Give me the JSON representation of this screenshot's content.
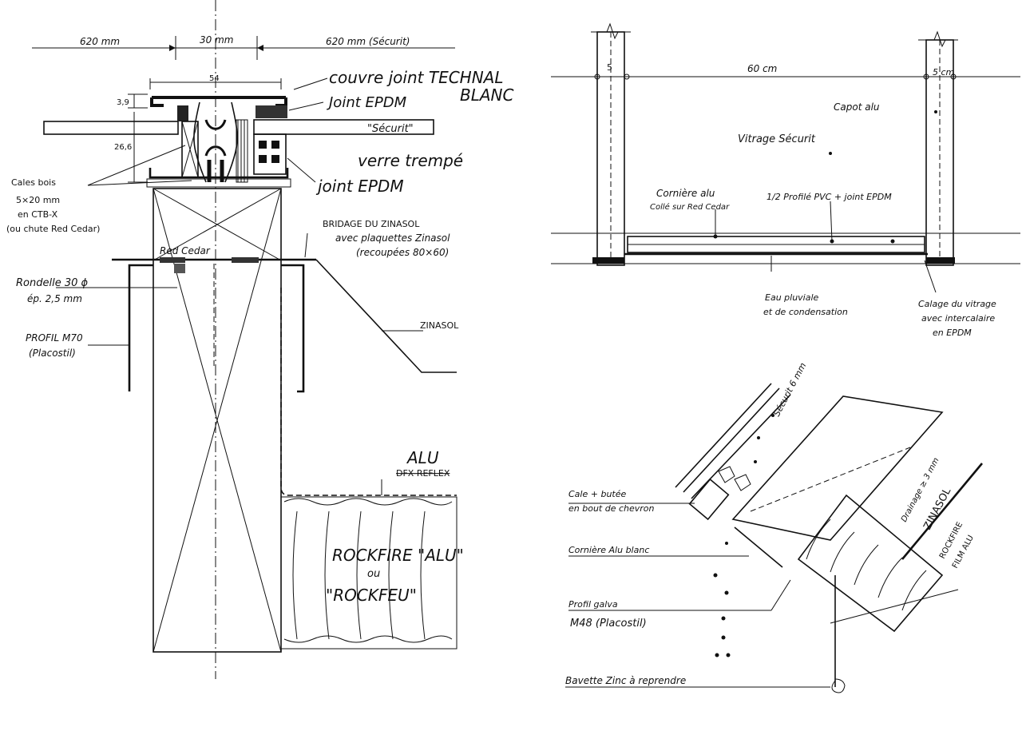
{
  "detail_a": {
    "dims": {
      "left": "620 mm",
      "center": "30 mm",
      "right": "620 mm (Sécurit)",
      "width_54": "54",
      "height_3_9": "3,9",
      "height_26_6": "26,6"
    },
    "labels": {
      "couvre_joint_1": "couvre joint TECHNAL",
      "couvre_joint_2": "BLANC",
      "joint_epdm_top": "Joint EPDM",
      "securit": "\"Sécurit\"",
      "verre_trempe": "verre trempé",
      "joint_epdm_bottom": "joint EPDM",
      "cales_1": "Cales bois",
      "cales_2": "5×20 mm",
      "cales_3": "en CTB-X",
      "cales_4": "(ou chute Red Cedar)",
      "bridage_1": "BRIDAGE DU ZINASOL",
      "bridage_2": "avec plaquettes Zinasol",
      "bridage_3": "(recoupées 80×60)",
      "red_cedar": "Red Cedar",
      "rondelle_1": "Rondelle 30 ϕ",
      "rondelle_2": "ép. 2,5 mm",
      "profil_1": "PROFIL M70",
      "profil_2": "(Placostil)",
      "zinasol": "ZINASOL",
      "alu": "ALU",
      "dfx": "DFX REFLEX",
      "rockfire_1": "ROCKFIRE \"ALU\"",
      "rockfire_2": "ou",
      "rockfire_3": "\"ROCKFEU\""
    }
  },
  "detail_b": {
    "labels": {
      "dim_5_left": "5",
      "dim_60": "60 cm",
      "dim_5_right": "5 cm",
      "capot": "Capot alu",
      "vitrage": "Vitrage Sécurit",
      "corniere_1": "Cornière alu",
      "corniere_2": "Collé sur Red Cedar",
      "profil_pvc": "1/2 Profilé PVC + joint EPDM",
      "eau_1": "Eau pluviale",
      "eau_2": "et de condensation",
      "calage_1": "Calage du vitrage",
      "calage_2": "avec intercalaire",
      "calage_3": "en EPDM"
    }
  },
  "detail_c": {
    "labels": {
      "securit_6": "Sécurit 6 mm",
      "cale_1": "Cale + butée",
      "cale_2": "en bout de chevron",
      "corniere": "Cornière Alu blanc",
      "profil_1": "Profil galva",
      "profil_2": "M48 (Placostil)",
      "drainage": "Drainage ≥ 3 mm",
      "zinasol": "ZINASOL",
      "rockfire_1": "ROCKFIRE",
      "rockfire_2": "FILM ALU",
      "bavette": "Bavette Zinc à reprendre"
    }
  }
}
